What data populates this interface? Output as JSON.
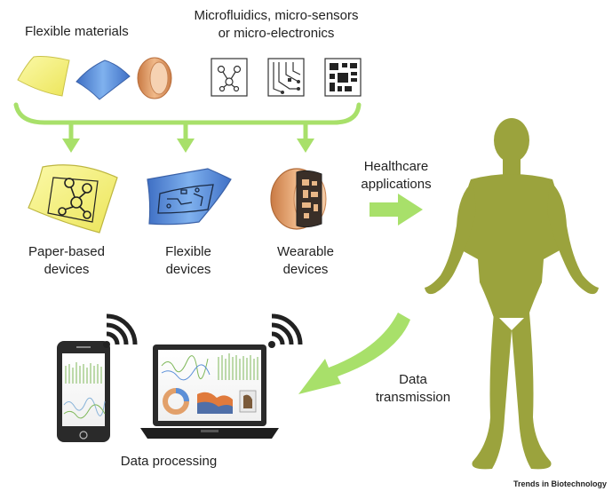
{
  "labels": {
    "flexible_materials": "Flexible materials",
    "micro_line1": "Microfluidics, micro-sensors",
    "micro_line2": "or micro-electronics",
    "paper_line1": "Paper-based",
    "paper_line2": "devices",
    "flexible_line1": "Flexible",
    "flexible_line2": "devices",
    "wearable_line1": "Wearable",
    "wearable_line2": "devices",
    "healthcare_line1": "Healthcare",
    "healthcare_line2": "applications",
    "data_line1": "Data",
    "data_line2": "transmission",
    "data_processing": "Data processing"
  },
  "credit": "Trends in Biotechnology",
  "colors": {
    "arrow_green": "#a8e06a",
    "body_olive": "#9ba33d",
    "paper_yellow": "#f5f27a",
    "film_blue": "#5b8fd8",
    "band_orange": "#e2a06a",
    "device_dark": "#2a2a2a",
    "signal_green": "#7fb85a"
  }
}
